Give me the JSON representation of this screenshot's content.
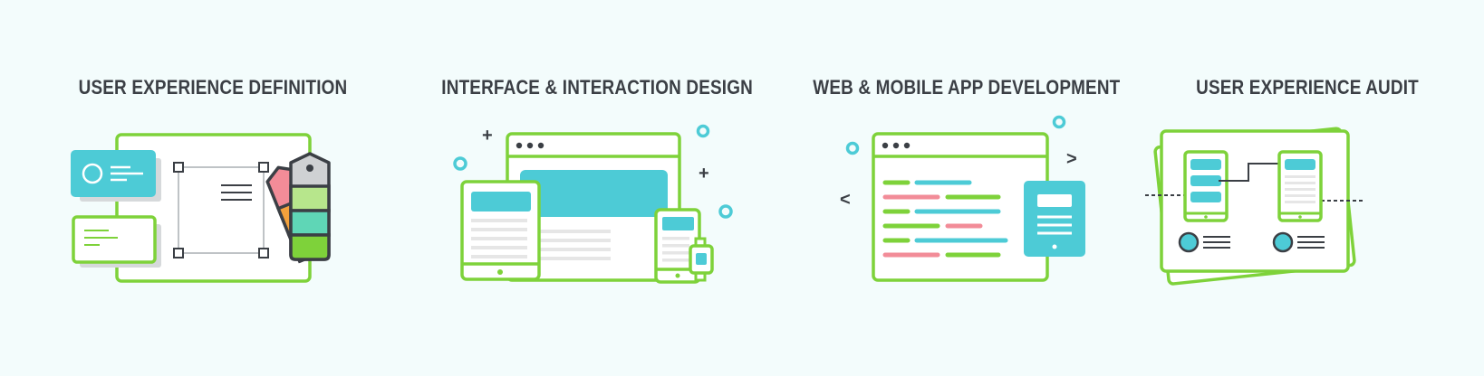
{
  "services": [
    {
      "title": "USER EXPERIENCE DEFINITION",
      "icon": "ux-definition-illustration"
    },
    {
      "title": "INTERFACE & INTERACTION DESIGN",
      "icon": "interface-design-illustration"
    },
    {
      "title": "WEB & MOBILE APP DEVELOPMENT",
      "icon": "app-development-illustration"
    },
    {
      "title": "USER EXPERIENCE AUDIT",
      "icon": "ux-audit-illustration"
    }
  ],
  "code_symbols": {
    "left": "<",
    "right": ">"
  },
  "plus_symbol": "+",
  "colors": {
    "background": "#f3fcfc",
    "green": "#7ed23a",
    "cyan": "#4dcbd6",
    "pink": "#f28c98",
    "dark": "#3b3f45",
    "gray": "#e6e6e6",
    "orange": "#f4a23c"
  }
}
